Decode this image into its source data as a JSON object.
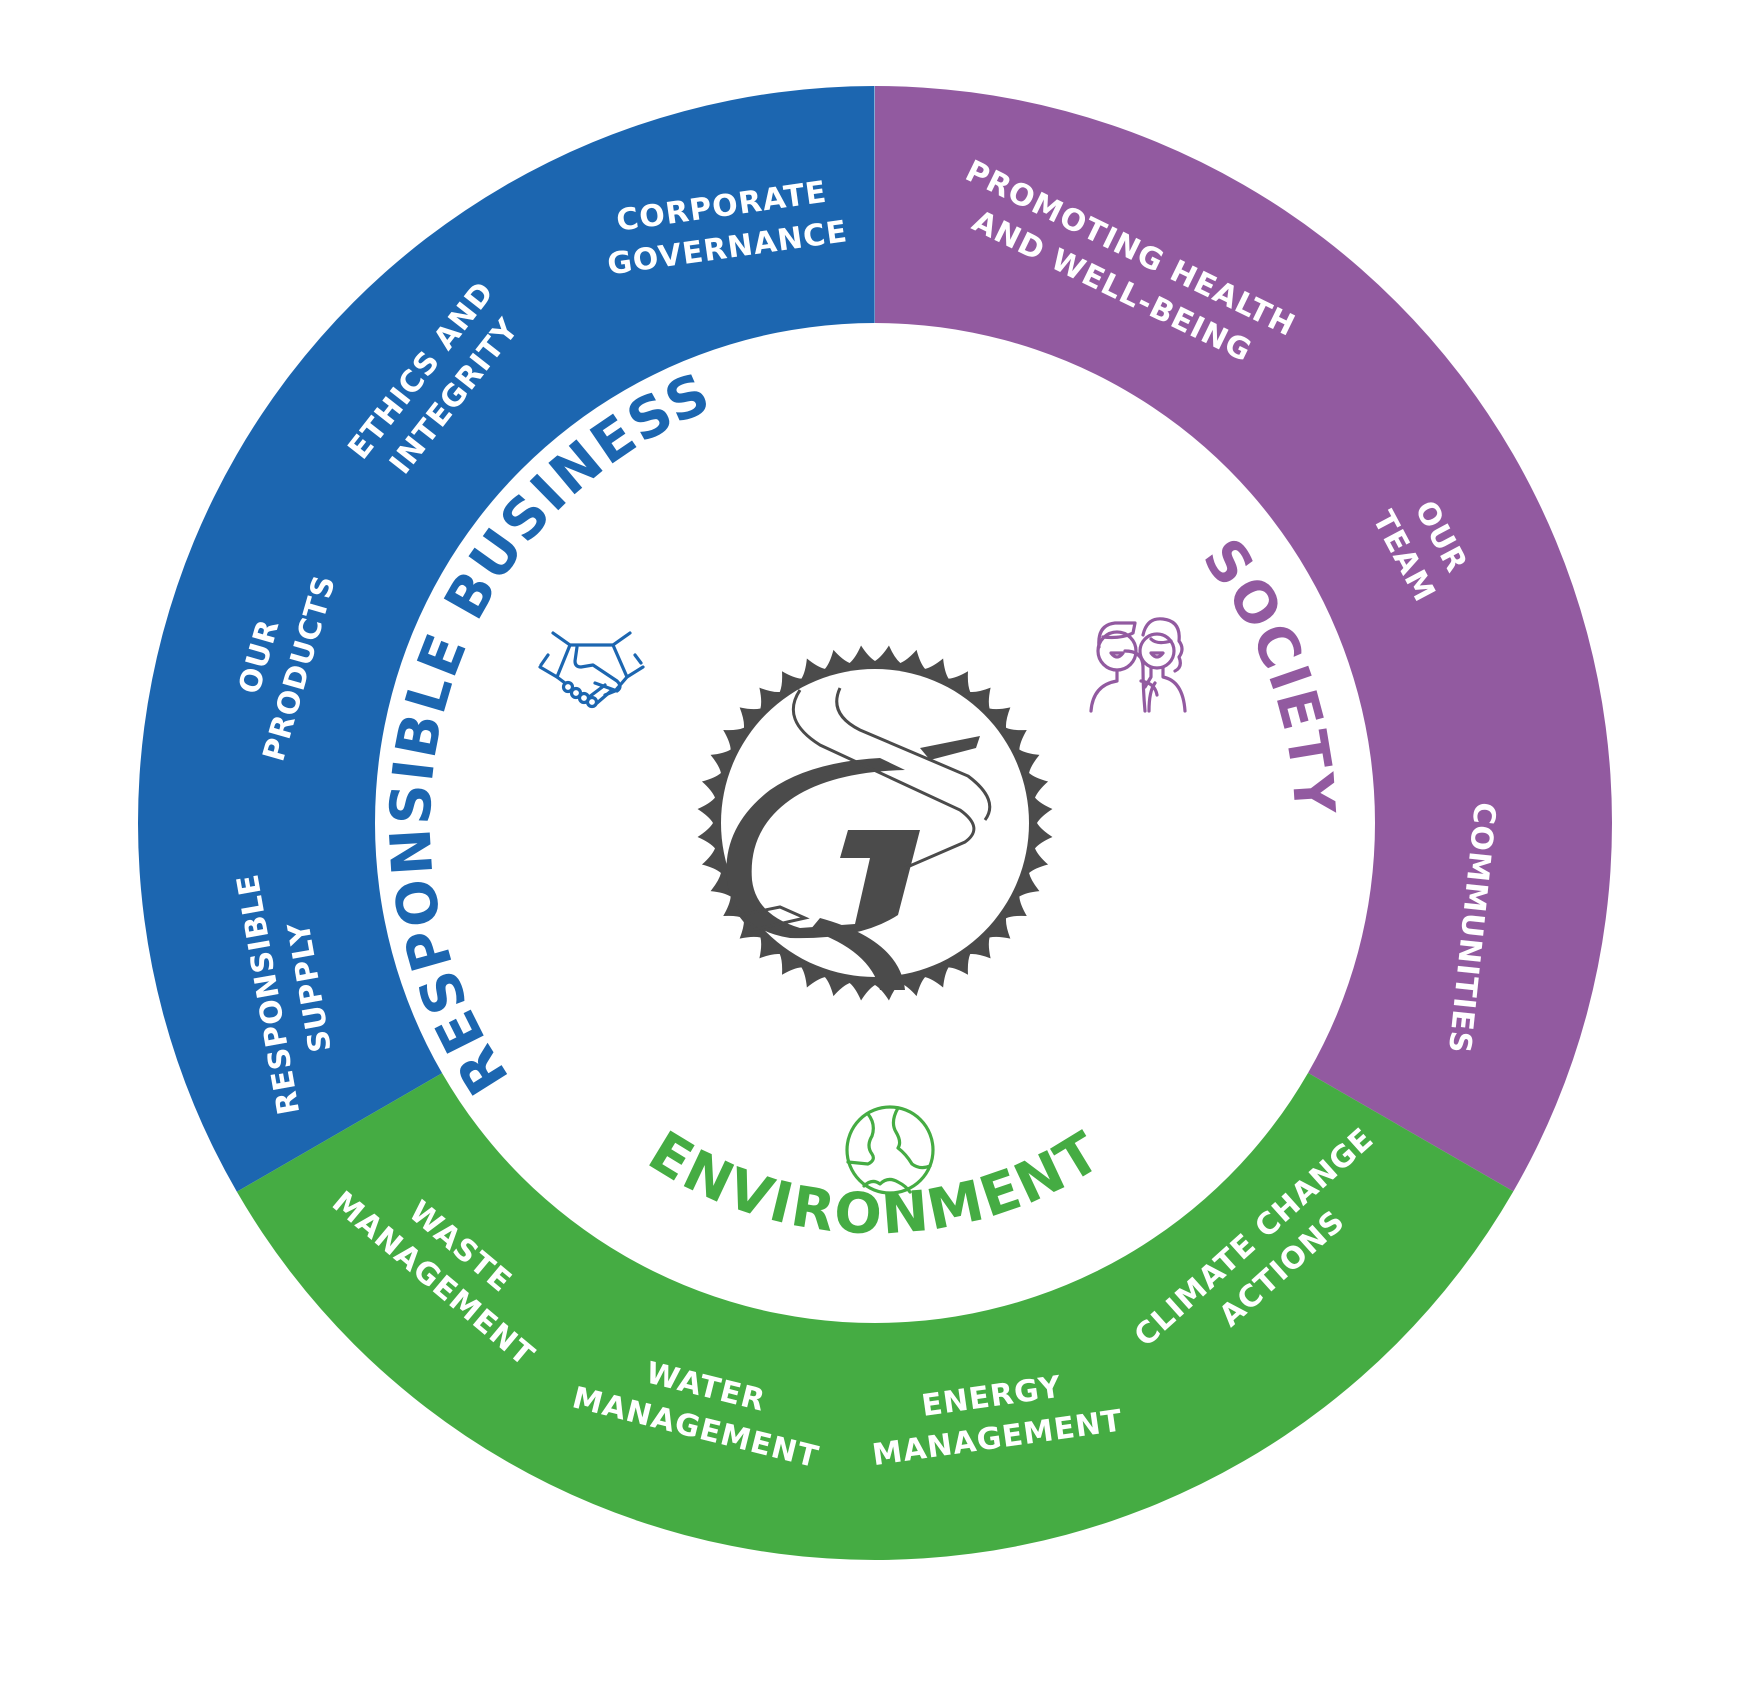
{
  "diagram": {
    "type": "sustainability-wheel",
    "colors": {
      "responsible_business": "#1C66B0",
      "society": "#925AA0",
      "environment": "#45AC43",
      "logo": "#4B4B4B",
      "background": "#FFFFFF"
    },
    "pillars": [
      {
        "id": "responsible_business",
        "title": "RESPONSIBLE BUSINESS",
        "icon": "handshake-icon",
        "share_of_ring": 0.3333,
        "topics": [
          {
            "lines": [
              "CORPORATE",
              "GOVERNANCE"
            ]
          },
          {
            "lines": [
              "ETHICS AND",
              "INTEGRITY"
            ]
          },
          {
            "lines": [
              "OUR",
              "PRODUCTS"
            ]
          },
          {
            "lines": [
              "RESPONSIBLE",
              "SUPPLY"
            ]
          }
        ]
      },
      {
        "id": "society",
        "title": "SOCIETY",
        "icon": "people-icon",
        "share_of_ring": 0.3333,
        "topics": [
          {
            "lines": [
              "PROMOTING HEALTH",
              "AND WELL-BEING"
            ]
          },
          {
            "lines": [
              "OUR",
              "TEAM"
            ]
          },
          {
            "lines": [
              "COMMUNITIES"
            ]
          }
        ]
      },
      {
        "id": "environment",
        "title": "ENVIRONMENT",
        "icon": "globe-icon",
        "share_of_ring": 0.3333,
        "topics": [
          {
            "lines": [
              "CLIMATE CHANGE",
              "ACTIONS"
            ]
          },
          {
            "lines": [
              "ENERGY",
              "MANAGEMENT"
            ]
          },
          {
            "lines": [
              "WATER",
              "MANAGEMENT"
            ]
          },
          {
            "lines": [
              "WASTE",
              "MANAGEMENT"
            ]
          }
        ]
      }
    ],
    "center_logo": "gear-logo-icon"
  }
}
